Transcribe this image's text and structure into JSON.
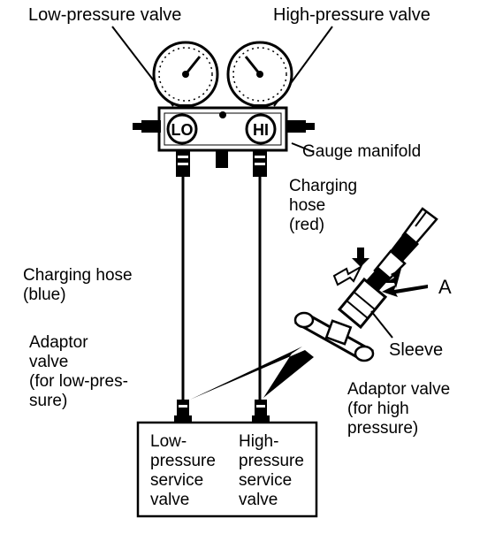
{
  "labels": {
    "low_pressure_valve": "Low-pressure valve",
    "high_pressure_valve": "High-pressure valve",
    "gauge_manifold": "Gauge manifold",
    "charging_hose_red": [
      "Charging",
      "hose",
      "(red)"
    ],
    "charging_hose_blue": [
      "Charging hose",
      "(blue)"
    ],
    "adaptor_valve_low": [
      "Adaptor",
      "valve",
      "(for low-pres-",
      "sure)"
    ],
    "adaptor_valve_high": [
      "Adaptor valve",
      "(for high",
      "pressure)"
    ],
    "low_service_valve": [
      "Low-",
      "pressure",
      "service",
      "valve"
    ],
    "high_service_valve": [
      "High-",
      "pressure",
      "service",
      "valve"
    ],
    "sleeve": "Sleeve",
    "callout_a": "A"
  },
  "gauges": {
    "low_text": "LO",
    "high_text": "HI"
  }
}
